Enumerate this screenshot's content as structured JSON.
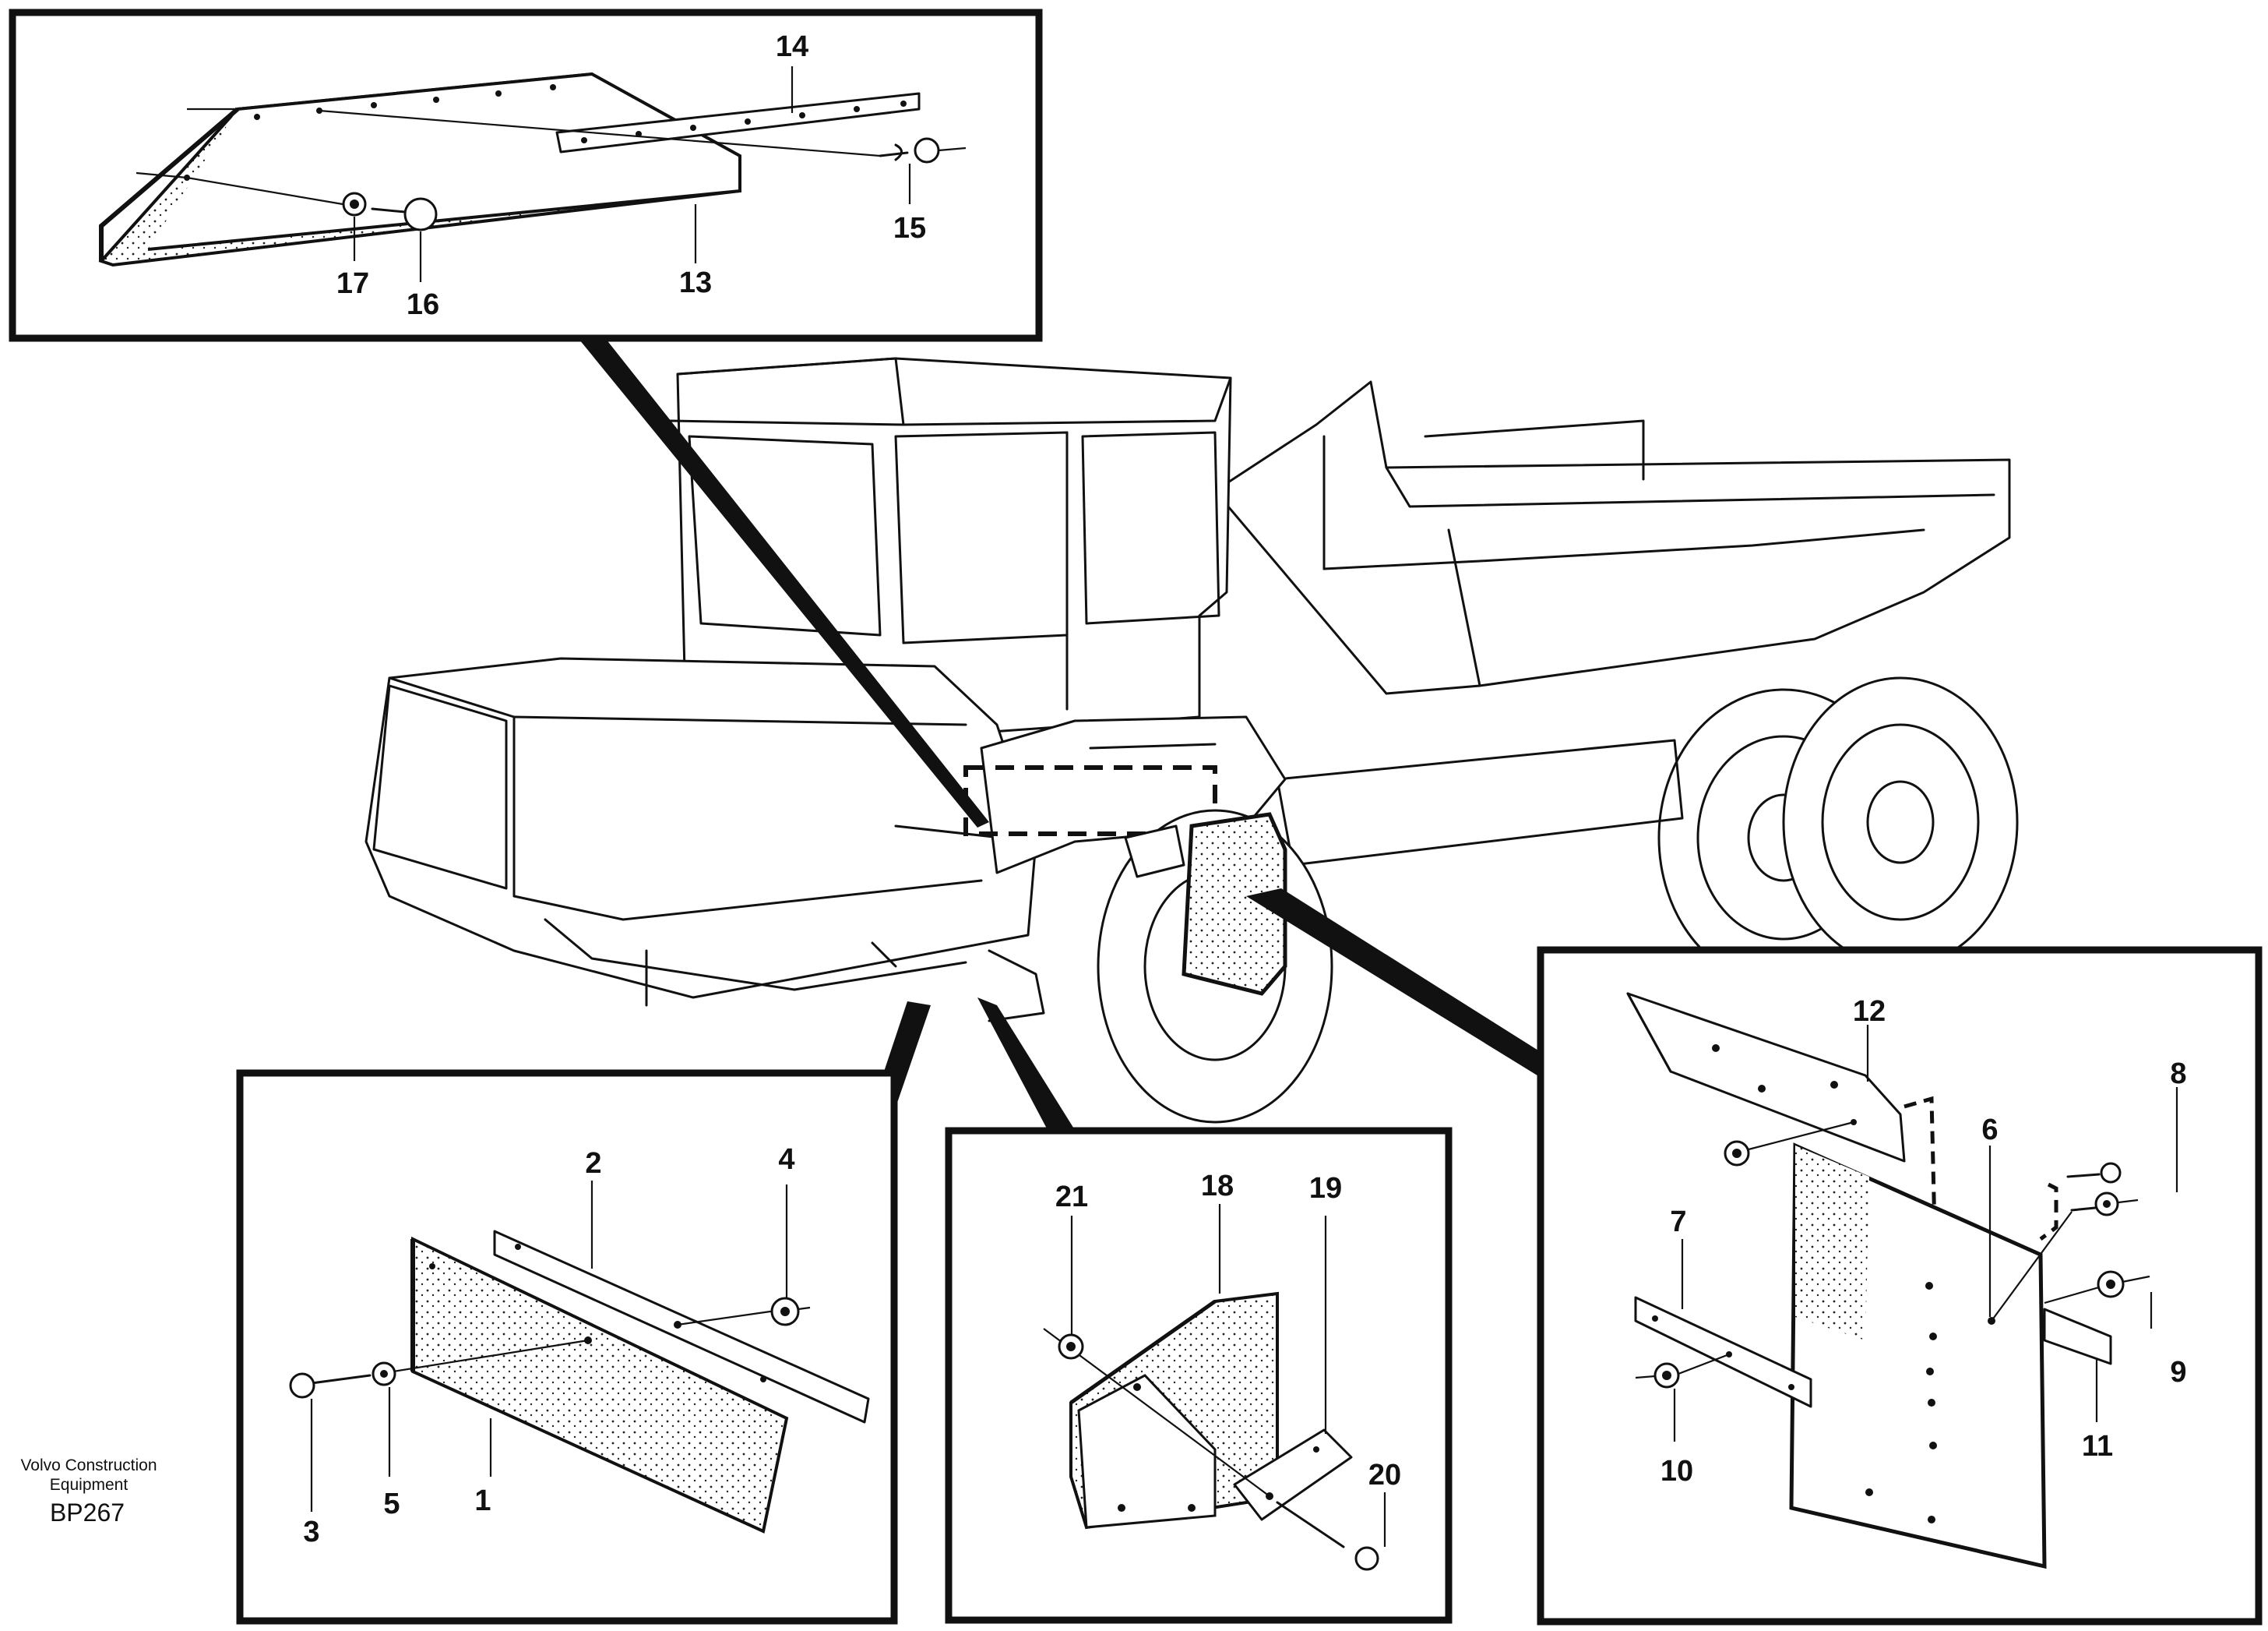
{
  "caption": {
    "maker_line1": "Volvo Construction",
    "maker_line2": "Equipment",
    "code": "BP267"
  },
  "callouts": {
    "c1": "1",
    "c2": "2",
    "c3": "3",
    "c4": "4",
    "c5": "5",
    "c6": "6",
    "c7": "7",
    "c8": "8",
    "c9": "9",
    "c10": "10",
    "c11": "11",
    "c12": "12",
    "c13": "13",
    "c14": "14",
    "c15": "15",
    "c16": "16",
    "c17": "17",
    "c18": "18",
    "c19": "19",
    "c20": "20",
    "c21": "21"
  }
}
